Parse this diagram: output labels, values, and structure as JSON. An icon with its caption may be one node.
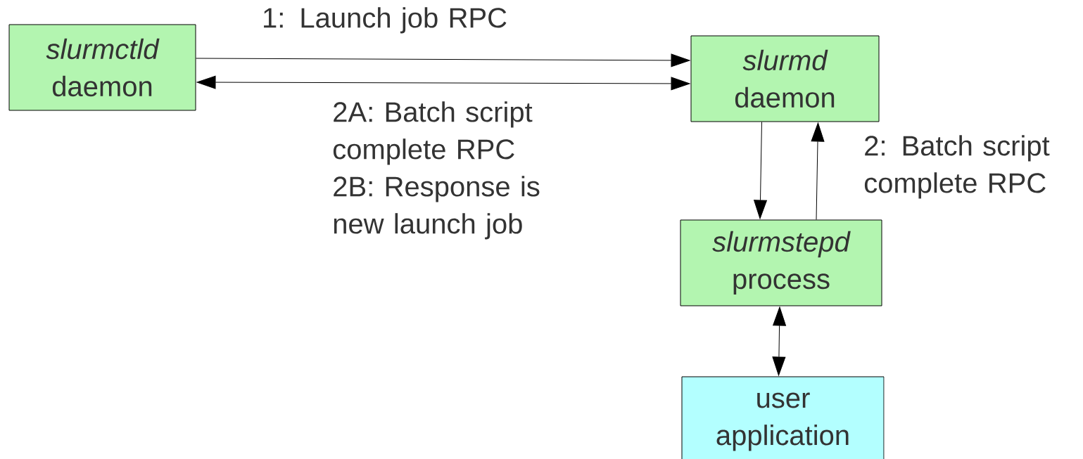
{
  "diagram": {
    "nodes": [
      {
        "text": [
          "*slurmctld* daemon"
        ]
      },
      {
        "text": [
          "*slurmd* daemon"
        ]
      },
      {
        "text": [
          "*slurmstepd* process"
        ]
      },
      {
        "text": [
          "user application"
        ]
      }
    ],
    "edges": [
      {
        "from": 0,
        "to": 1,
        "arrow": "to",
        "label": "1: Launch job RPC"
      },
      {
        "from": 0,
        "to": 1,
        "arrow": "both",
        "label": "2A: Batch script complete RPC"
      },
      {
        "from": 1,
        "to": 2,
        "arrow": "to"
      },
      {
        "from": 2,
        "to": 1,
        "arrow": "to",
        "label": "2: Batch script complete RPC"
      },
      {
        "from": 2,
        "to": 3,
        "arrow": "both"
      }
    ],
    "labels": [
      "2B: Response is new launch job"
    ]
  }
}
